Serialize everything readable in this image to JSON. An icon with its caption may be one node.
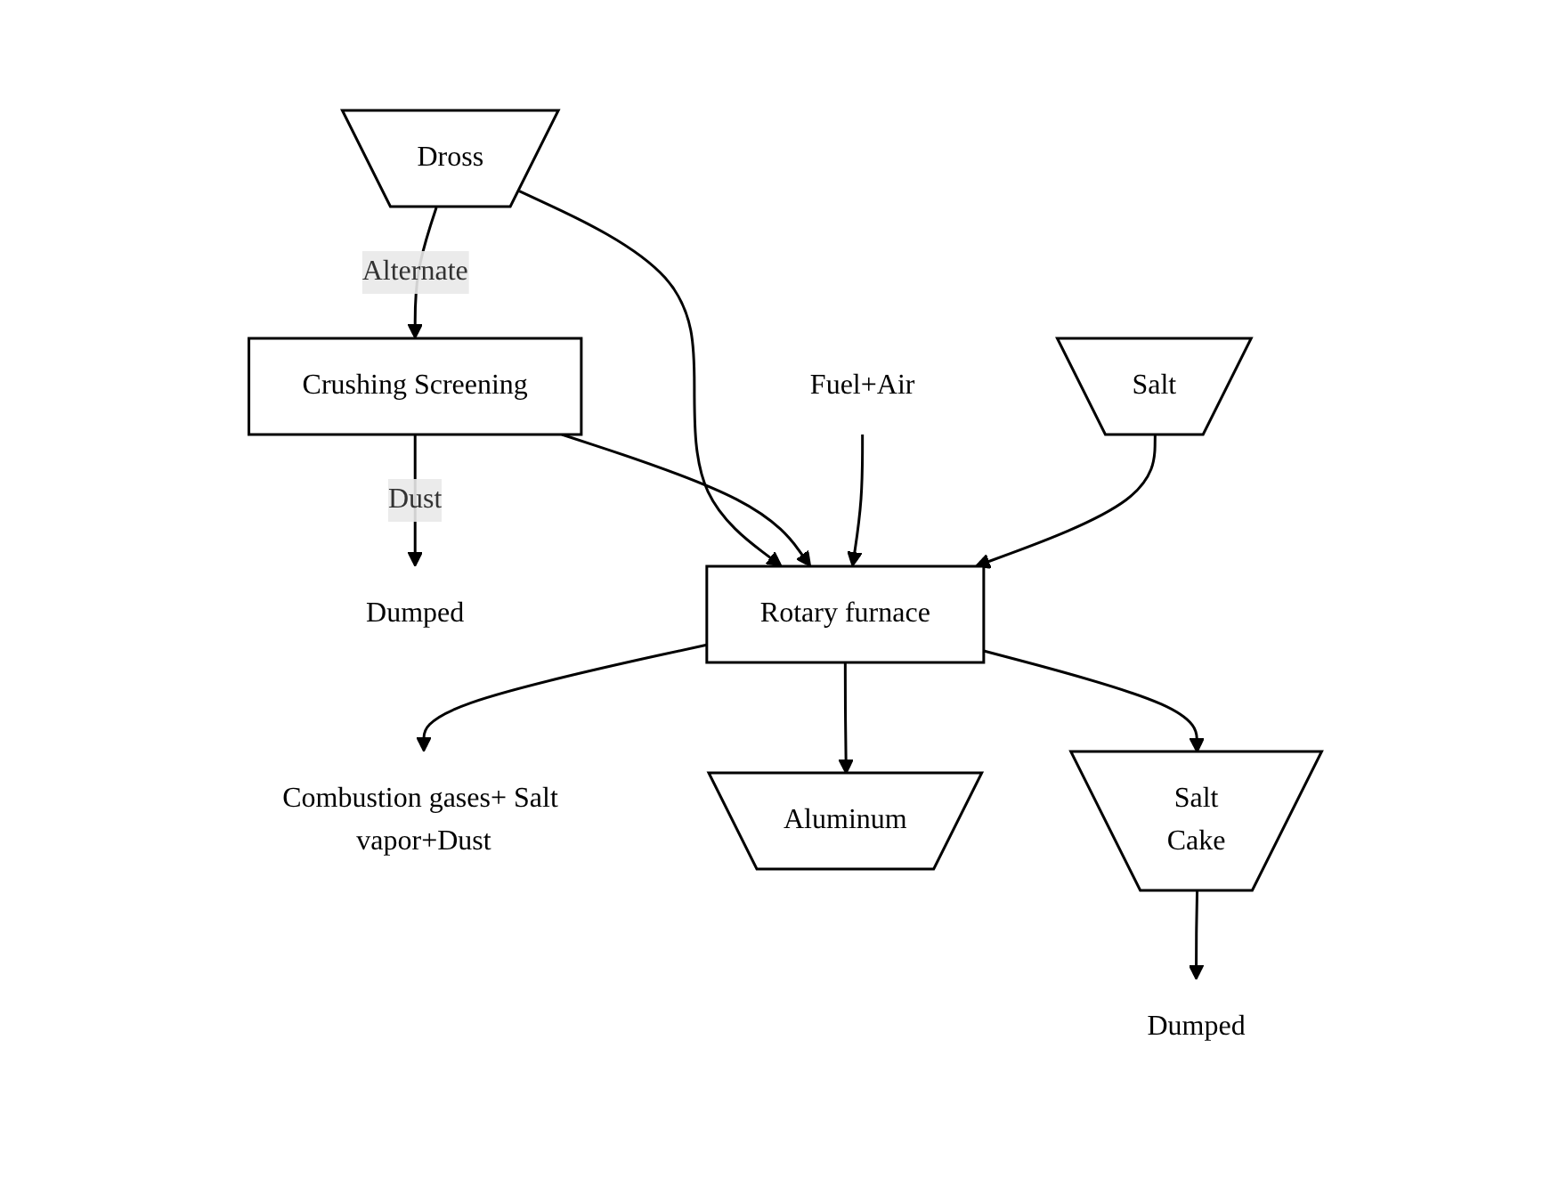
{
  "diagram": {
    "nodes": [
      {
        "text": [
          "Crushing Screening"
        ]
      },
      {
        "text": [
          "Dumped"
        ]
      },
      {
        "text": [
          "Combustion gases+ Salt vapor+Dust"
        ]
      },
      {
        "text": [
          "Rotary furnace"
        ]
      },
      {
        "text": [
          "Fuel+Air"
        ]
      },
      {
        "text": [
          "Dross"
        ]
      },
      {
        "text": [
          "Salt"
        ]
      },
      {
        "text": [
          "Aluminum"
        ]
      },
      {
        "text": [
          "Salt",
          "Cake"
        ]
      },
      {
        "text": [
          "Dumped"
        ]
      }
    ],
    "edges": [
      {
        "from": 0,
        "to": 1,
        "arrow": "to",
        "label": "Dust"
      },
      {
        "from": 3,
        "to": 2,
        "arrow": "to"
      },
      {
        "from": 5,
        "to": 3,
        "arrow": "to"
      },
      {
        "from": 5,
        "to": 0,
        "arrow": "to",
        "label": "Alternate"
      },
      {
        "from": 0,
        "to": 3,
        "arrow": "to"
      },
      {
        "from": 4,
        "to": 3,
        "arrow": "to"
      },
      {
        "from": 6,
        "to": 3,
        "arrow": "to"
      },
      {
        "from": 3,
        "to": 7,
        "arrow": "to"
      },
      {
        "from": 3,
        "to": 8,
        "arrow": "to"
      },
      {
        "from": 8,
        "to": 9,
        "arrow": "to"
      }
    ]
  }
}
